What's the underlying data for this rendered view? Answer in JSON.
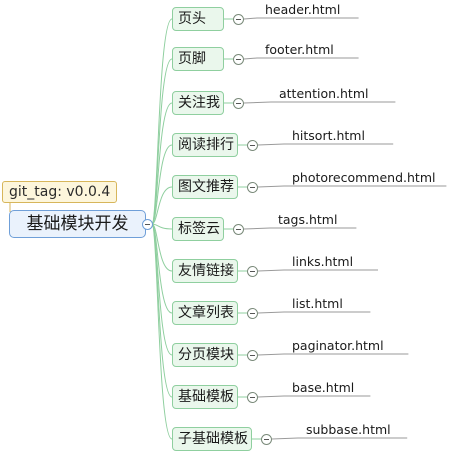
{
  "root": {
    "label": "基础模块开发",
    "tag": "git_tag: v0.0.4"
  },
  "branches": [
    {
      "label": "页头",
      "file": "header.html"
    },
    {
      "label": "页脚",
      "file": "footer.html"
    },
    {
      "label": "关注我",
      "file": "attention.html"
    },
    {
      "label": "阅读排行",
      "file": "hitsort.html"
    },
    {
      "label": "图文推荐",
      "file": "photorecommend.html"
    },
    {
      "label": "标签云",
      "file": "tags.html"
    },
    {
      "label": "友情链接",
      "file": "links.html"
    },
    {
      "label": "文章列表",
      "file": "list.html"
    },
    {
      "label": "分页模块",
      "file": "paginator.html"
    },
    {
      "label": "基础模板",
      "file": "base.html"
    },
    {
      "label": "子基础模板",
      "file": "subbase.html"
    }
  ],
  "colors": {
    "root_border": "#6f9fd8",
    "branch_border": "#8fcf9f",
    "tag_border": "#d7b65b"
  }
}
